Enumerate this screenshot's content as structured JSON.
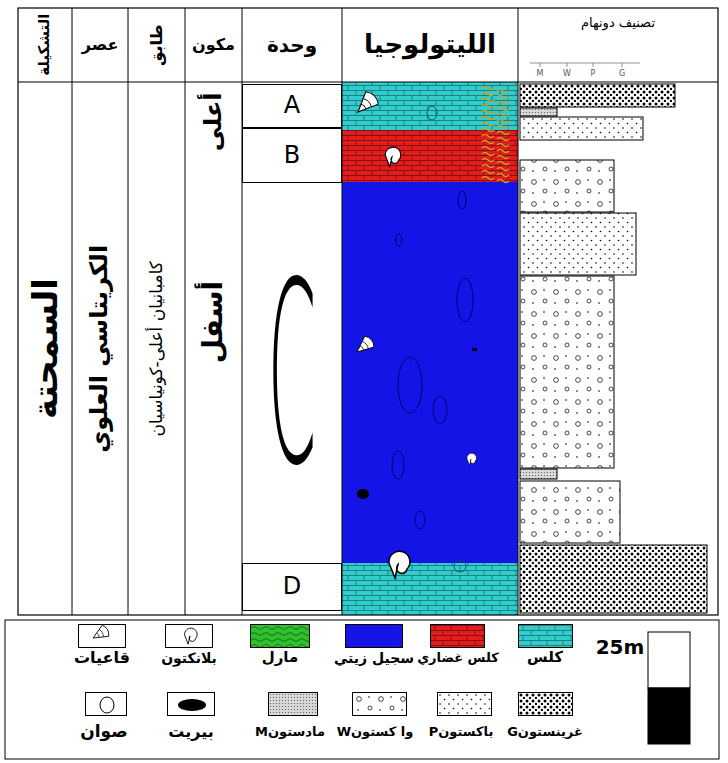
{
  "diagram": {
    "nodes": [
      {
        "text": [
          "التشكيلة"
        ]
      },
      {
        "text": [
          "عصر"
        ]
      },
      {
        "text": [
          "طابق"
        ]
      },
      {
        "text": [
          "مكون"
        ]
      },
      {
        "text": [
          "وحدة"
        ]
      },
      {
        "text": [
          "الليتولوجيا"
        ]
      },
      {
        "text": [
          "تصنيف دونهام"
        ]
      },
      {
        "text": [
          "السمحتة"
        ]
      },
      {
        "text": [
          "الكريتاسي العلوي"
        ]
      },
      {
        "text": [
          "كامبانيان أعلى-كونياسيان"
        ]
      },
      {
        "text": [
          "أعلى"
        ]
      },
      {
        "text": [
          "أسفل"
        ]
      },
      {
        "text": [
          "A"
        ]
      },
      {
        "text": [
          "B"
        ]
      },
      {
        "text": [
          "C"
        ]
      },
      {
        "text": [
          "D"
        ]
      }
    ],
    "labels": [
      "M",
      "W",
      "P",
      "G",
      "25m"
    ],
    "legend": [
      {
        "text": "قاعيات"
      },
      {
        "text": "بلانكتون"
      },
      {
        "text": "مارل",
        "color": "#2fbf2f"
      },
      {
        "text": "سجيل زيتي",
        "color": "#1414e6"
      },
      {
        "text": "كلس غضاري",
        "color": "#e41c1c"
      },
      {
        "text": "كلس",
        "color": "#33cccc"
      },
      {
        "text": "صوان"
      },
      {
        "text": "بيريت"
      },
      {
        "text": "Mمادستون"
      },
      {
        "text": "Wوا كستون"
      },
      {
        "text": "Pباكستون"
      },
      {
        "text": "Gغرينستون"
      }
    ]
  }
}
